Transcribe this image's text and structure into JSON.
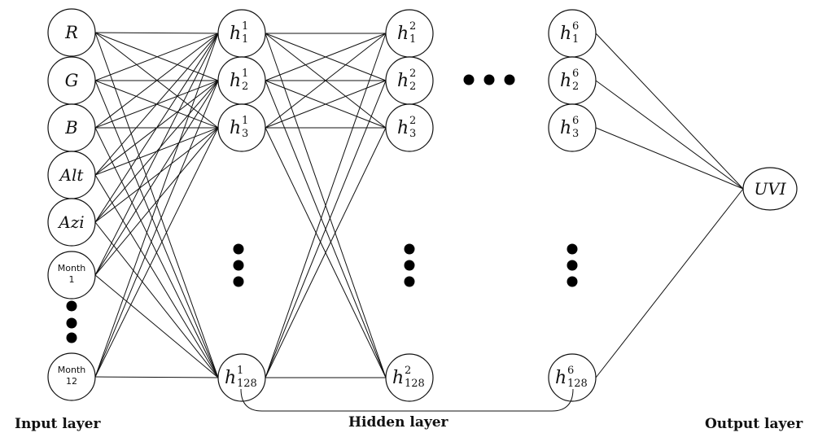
{
  "input_nodes": [
    {
      "id": "r",
      "label": "R"
    },
    {
      "id": "g",
      "label": "G"
    },
    {
      "id": "b",
      "label": "B"
    },
    {
      "id": "alt",
      "label": "Alt"
    },
    {
      "id": "azi",
      "label": "Azi"
    },
    {
      "id": "month1",
      "label": "Month",
      "index": "1"
    },
    {
      "id": "month12",
      "label": "Month",
      "index": "12"
    }
  ],
  "hidden_layers": [
    {
      "layer": "1",
      "nodes": [
        {
          "base": "h",
          "sup": "1",
          "sub": "1"
        },
        {
          "base": "h",
          "sup": "1",
          "sub": "2"
        },
        {
          "base": "h",
          "sup": "1",
          "sub": "3"
        },
        {
          "base": "h",
          "sup": "1",
          "sub": "128"
        }
      ]
    },
    {
      "layer": "2",
      "nodes": [
        {
          "base": "h",
          "sup": "2",
          "sub": "1"
        },
        {
          "base": "h",
          "sup": "2",
          "sub": "2"
        },
        {
          "base": "h",
          "sup": "2",
          "sub": "3"
        },
        {
          "base": "h",
          "sup": "2",
          "sub": "128"
        }
      ]
    },
    {
      "layer": "6",
      "nodes": [
        {
          "base": "h",
          "sup": "6",
          "sub": "1"
        },
        {
          "base": "h",
          "sup": "6",
          "sub": "2"
        },
        {
          "base": "h",
          "sup": "6",
          "sub": "3"
        },
        {
          "base": "h",
          "sup": "6",
          "sub": "128"
        }
      ]
    }
  ],
  "output_node": {
    "label": "UVI"
  },
  "layer_labels": {
    "input": "Input layer",
    "hidden": "Hidden layer",
    "output": "Output layer"
  }
}
